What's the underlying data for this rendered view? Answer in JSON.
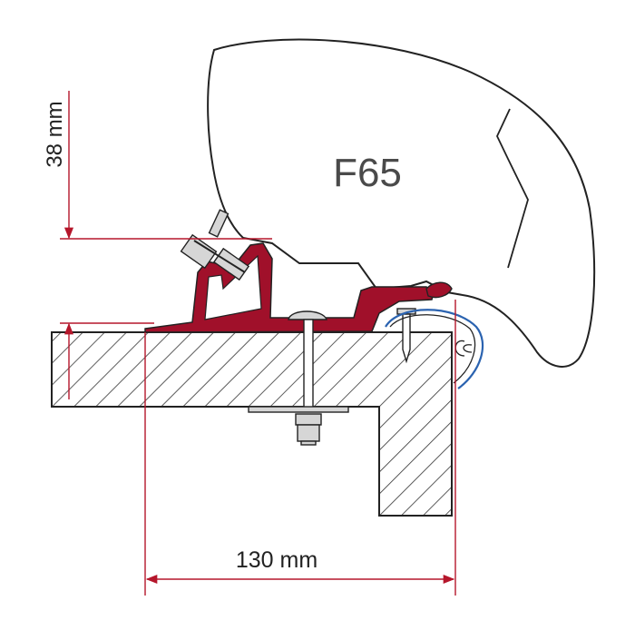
{
  "diagram": {
    "model_label": "F65",
    "height_label": "38 mm",
    "width_label": "130 mm"
  },
  "colors": {
    "dimension_line": "#b5162b",
    "bracket_fill": "#a0102a",
    "awning_fill": "#ffffff",
    "outline": "#222222",
    "hatch": "#333333",
    "rail": "#2b63b0",
    "hardware_fill": "#d6d6d6"
  }
}
